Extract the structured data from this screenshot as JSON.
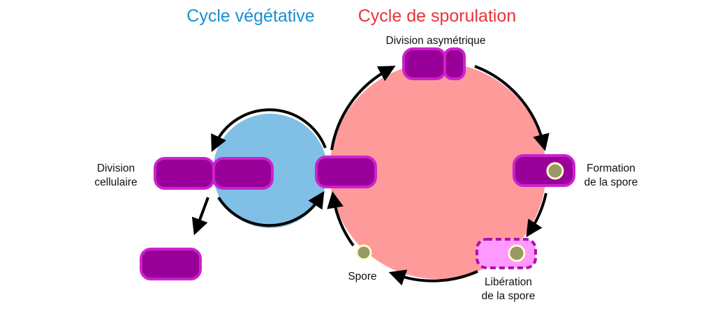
{
  "titles": {
    "vegetative": "Cycle végétative",
    "sporulation": "Cycle de sporulation"
  },
  "labels": {
    "division_cellulaire": [
      "Division",
      "cellulaire"
    ],
    "division_asymetrique": "Division asymétrique",
    "formation_spore": [
      "Formation",
      "de la spore"
    ],
    "liberation_spore": [
      "Libération",
      "de la spore"
    ],
    "spore": "Spore"
  },
  "colors": {
    "vegetative_title": "#1a8fd1",
    "sporulation_title": "#e8333a",
    "vegetative_circle": "#80c0e6",
    "sporulation_circle": "#ff9a9a",
    "cell": "#990099",
    "cell_border": "#cc22cc",
    "released_cell": "#ff99ff",
    "spore": "#999966",
    "spore_border": "#ffffcc"
  }
}
